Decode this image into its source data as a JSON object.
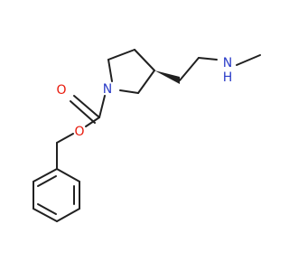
{
  "molecule": {
    "atoms": {
      "carbonyl_oxygen": "O",
      "ester_oxygen": "O",
      "ring_nitrogen": "N",
      "amine_nitrogen": "N",
      "amine_hydrogen": "H"
    },
    "colors": {
      "bond": "#202020",
      "oxygen": "#e8190b",
      "nitrogen": "#2a3cc8"
    }
  }
}
